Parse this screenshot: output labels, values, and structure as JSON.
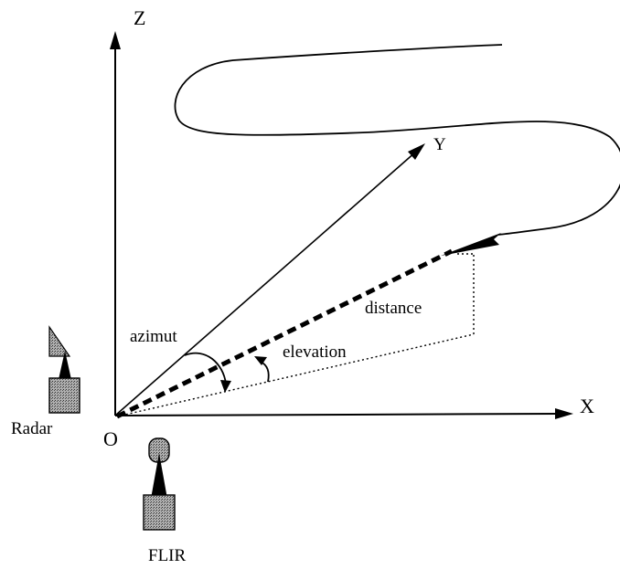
{
  "diagram": {
    "axes": {
      "z_label": "Z",
      "x_label": "X",
      "y_label": "Y",
      "origin_label": "O"
    },
    "labels": {
      "azimut": "azimut",
      "elevation": "elevation",
      "distance": "distance"
    },
    "sensors": {
      "radar_label": "Radar",
      "flir_label": "FLIR"
    },
    "colors": {
      "ink": "#000000",
      "sensor_fill": "#8a8a8a",
      "background": "#ffffff"
    }
  }
}
